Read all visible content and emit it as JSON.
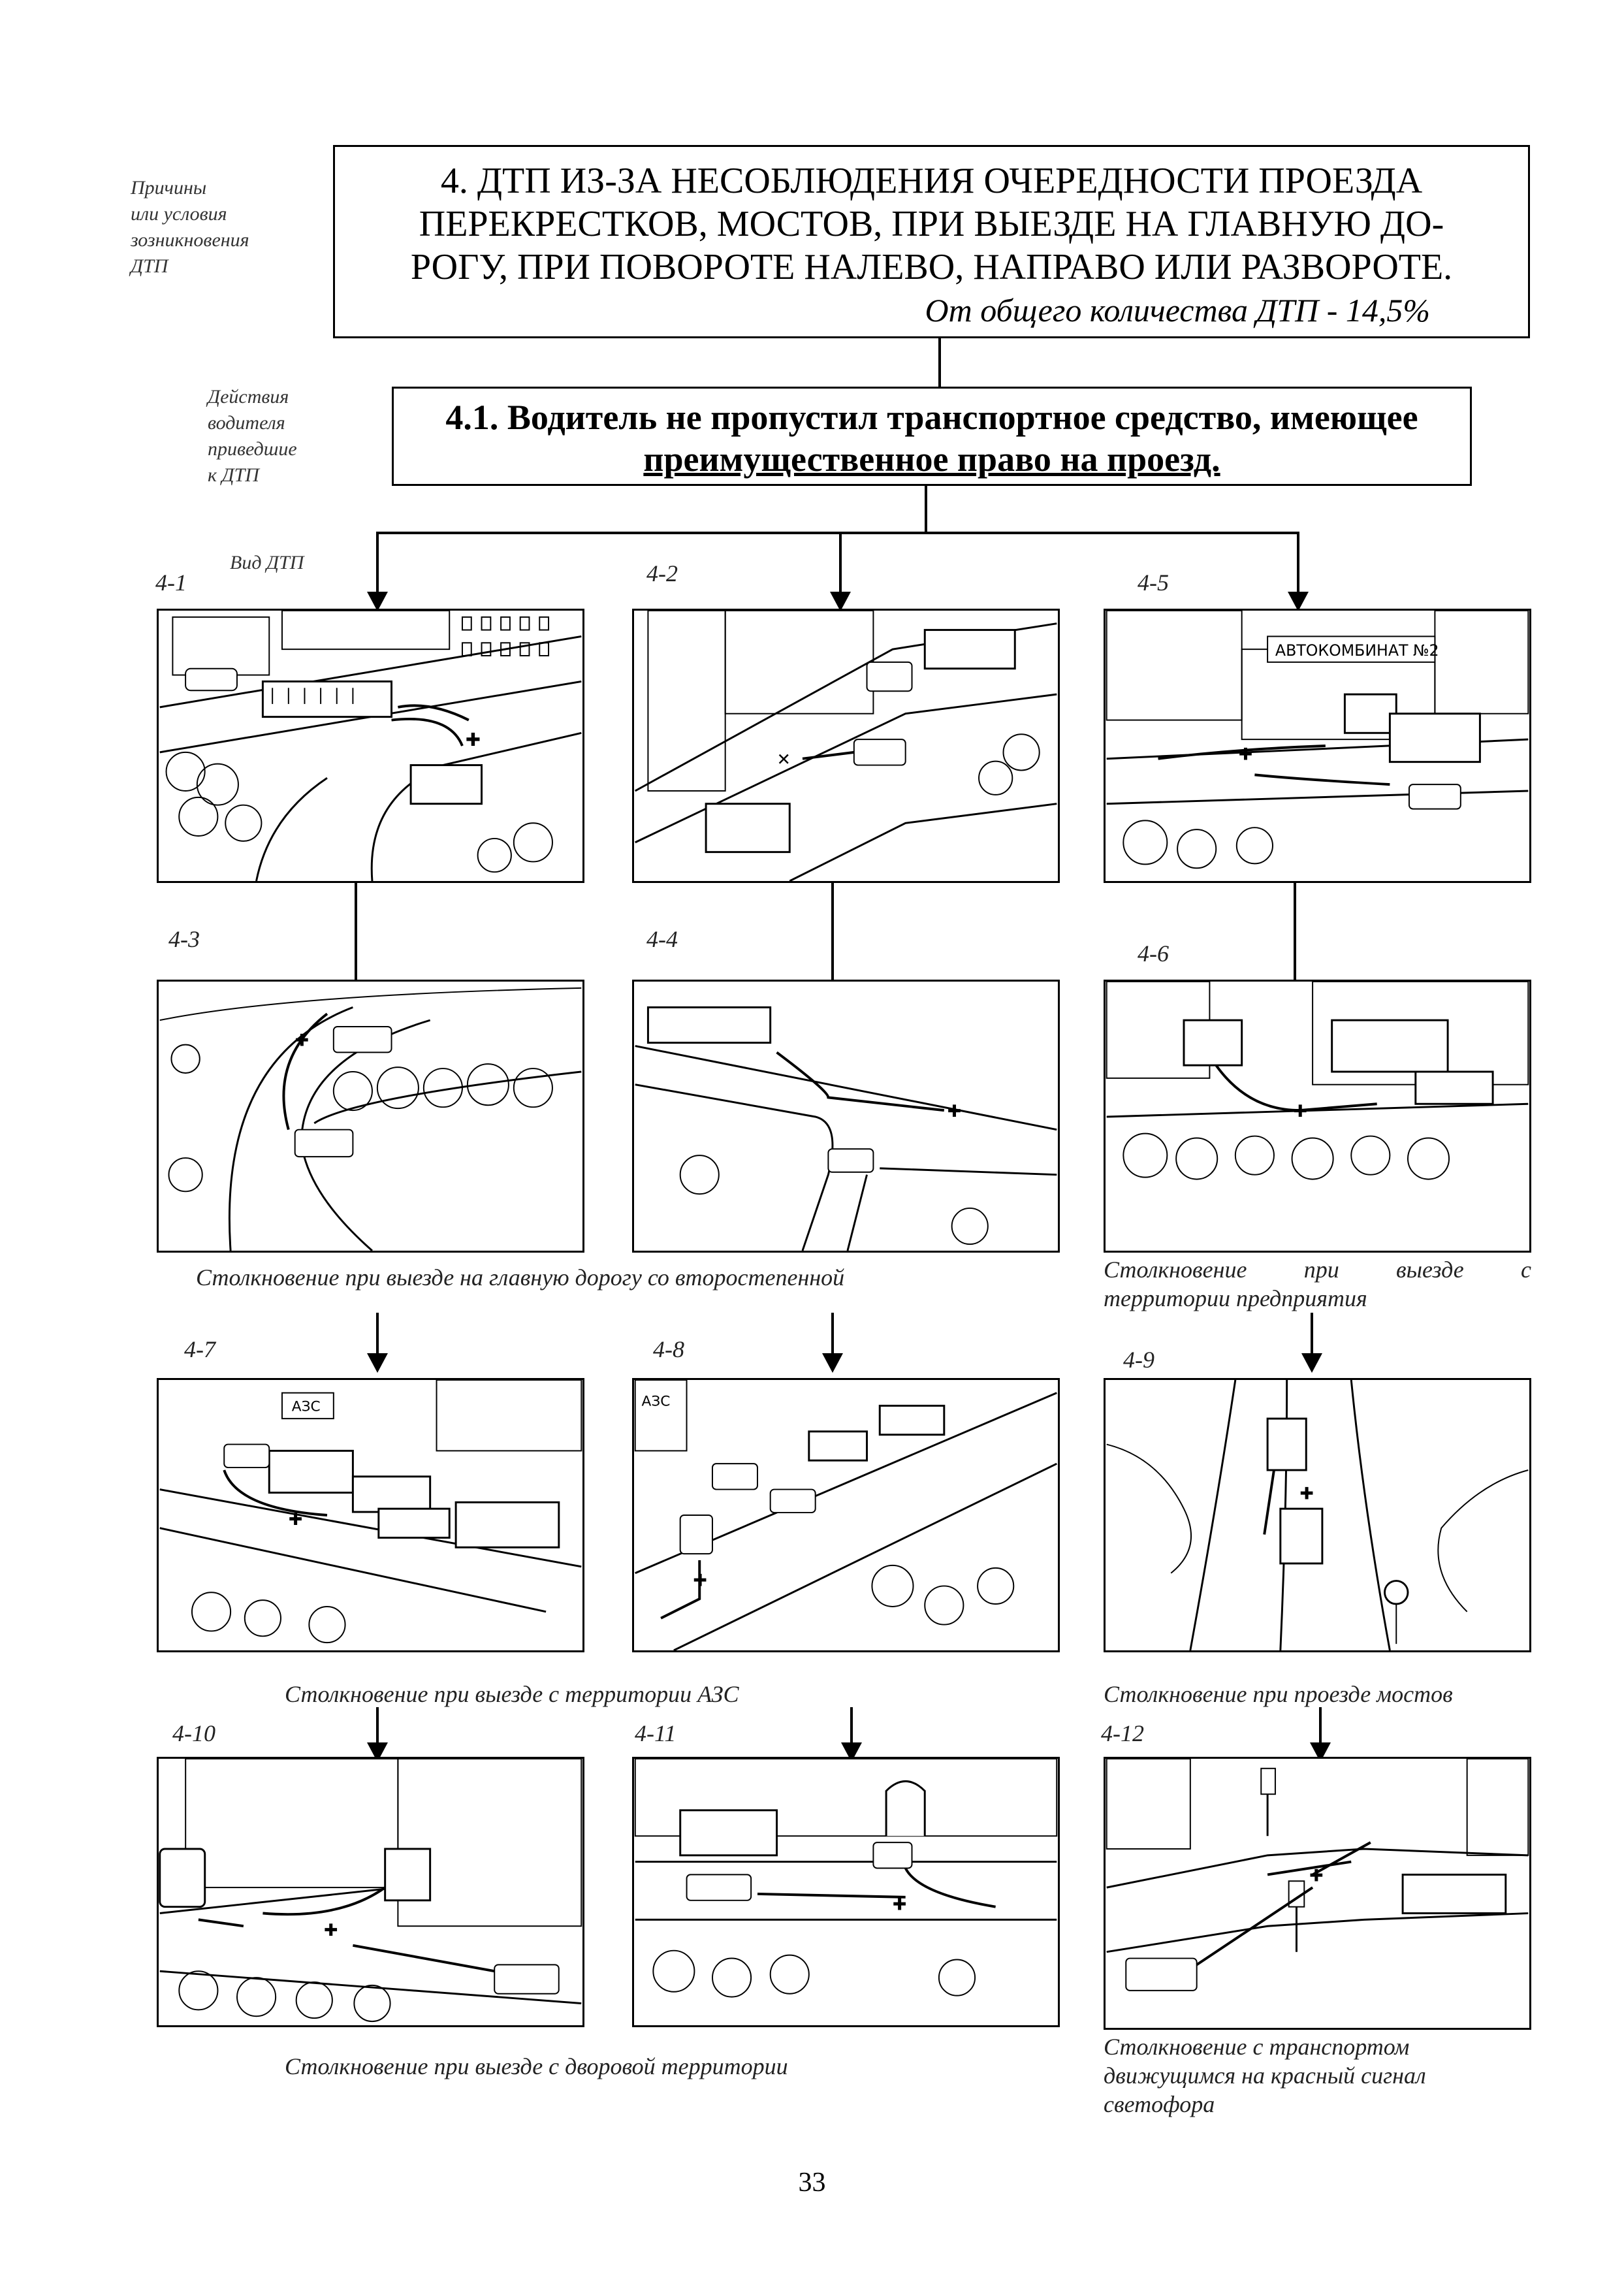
{
  "side_labels": {
    "causes": [
      "Причины",
      "или условия",
      "зозникновения",
      "ДТП"
    ],
    "actions": [
      "Действия",
      "водителя",
      "приведшие",
      "к ДТП"
    ],
    "type": "Вид ДТП"
  },
  "header": {
    "line1": "4. ДТП ИЗ-ЗА НЕСОБЛЮДЕНИЯ ОЧЕРЕДНОСТИ ПРОЕЗДА",
    "line2": "ПЕРЕКРЕСТКОВ, МОСТОВ, ПРИ ВЫЕЗДЕ НА ГЛАВНУЮ ДО-",
    "line3": "РОГУ, ПРИ ПОВОРОТЕ НАЛЕВО, НАПРАВО ИЛИ РАЗВОРОТЕ.",
    "stat": "От общего количества ДТП - 14,5%"
  },
  "subheader": {
    "line1": "4.1. Водитель не пропустил транспортное средство, имеющее",
    "line2": "преимущественное право на проезд."
  },
  "panels": {
    "p41": "4-1",
    "p42": "4-2",
    "p45": "4-5",
    "p43": "4-3",
    "p44": "4-4",
    "p46": "4-6",
    "p47": "4-7",
    "p48": "4-8",
    "p49": "4-9",
    "p410": "4-10",
    "p411": "4-11",
    "p412": "4-12"
  },
  "signs": {
    "autokombinat": "АВТОКОМБИНАТ №2",
    "azs1": "АЗС",
    "azs2": "АЗС"
  },
  "captions": {
    "main_road": "Столкновение при выезде на главную дорогу со второстепенной",
    "enterprise_1": "Столкновение при выезде с",
    "enterprise_2": "территории предприятия",
    "azs": "Столкновение при выезде с территории АЗС",
    "bridges": "Столкновение при проезде мостов",
    "yard": "Столкновение при выезде с дворовой территории",
    "red_1": "Столкновение с транспортом",
    "red_2": "движущимся на красный сигнал",
    "red_3": "светофора"
  },
  "page_number": "33"
}
